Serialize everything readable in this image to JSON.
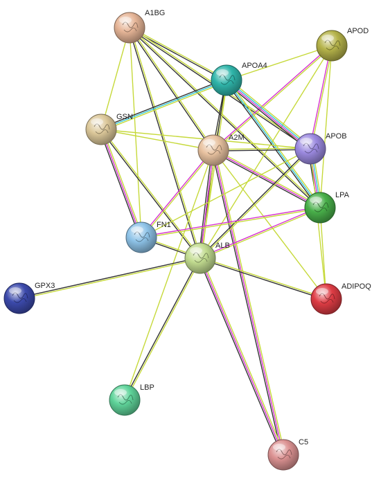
{
  "nodes": [
    {
      "id": "A1BG",
      "label": "A1BG",
      "color": "#e6b597"
    },
    {
      "id": "APOD",
      "label": "APOD",
      "color": "#b5b34a"
    },
    {
      "id": "APOA4",
      "label": "APOA4",
      "color": "#2fb5aa"
    },
    {
      "id": "GSN",
      "label": "GSN",
      "color": "#dcc89a"
    },
    {
      "id": "A2M",
      "label": "A2M",
      "color": "#e8c2a0"
    },
    {
      "id": "APOB",
      "label": "APOB",
      "color": "#9c8ae0"
    },
    {
      "id": "LPA",
      "label": "LPA",
      "color": "#49b04a"
    },
    {
      "id": "FN1",
      "label": "FN1",
      "color": "#8ec3e8"
    },
    {
      "id": "ALB",
      "label": "ALB",
      "color": "#c2dc90"
    },
    {
      "id": "GPX3",
      "label": "GPX3",
      "color": "#3c4aac"
    },
    {
      "id": "ADIPOQ",
      "label": "ADIPOQ",
      "color": "#de3c44"
    },
    {
      "id": "LBP",
      "label": "LBP",
      "color": "#5fd49a"
    },
    {
      "id": "C5",
      "label": "C5",
      "color": "#dc9292"
    }
  ],
  "evidence_colors": {
    "textmining": "#c6d93a",
    "coexpression": "#333333",
    "experiments": "#d633d0",
    "databases": "#33c6d6",
    "neighborhood": "#4a7ad0"
  },
  "edges": [
    {
      "source": "A1BG",
      "target": "APOA4",
      "evidence": [
        "textmining",
        "coexpression"
      ]
    },
    {
      "source": "A1BG",
      "target": "GSN",
      "evidence": [
        "textmining"
      ]
    },
    {
      "source": "A1BG",
      "target": "A2M",
      "evidence": [
        "textmining",
        "coexpression"
      ]
    },
    {
      "source": "A1BG",
      "target": "APOB",
      "evidence": [
        "textmining",
        "coexpression"
      ]
    },
    {
      "source": "A1BG",
      "target": "LPA",
      "evidence": [
        "textmining",
        "coexpression"
      ]
    },
    {
      "source": "A1BG",
      "target": "FN1",
      "evidence": [
        "textmining"
      ]
    },
    {
      "source": "A1BG",
      "target": "ALB",
      "evidence": [
        "textmining",
        "coexpression"
      ]
    },
    {
      "source": "APOD",
      "target": "APOA4",
      "evidence": [
        "textmining"
      ]
    },
    {
      "source": "APOD",
      "target": "A2M",
      "evidence": [
        "textmining",
        "experiments"
      ]
    },
    {
      "source": "APOD",
      "target": "APOB",
      "evidence": [
        "textmining",
        "experiments"
      ]
    },
    {
      "source": "APOD",
      "target": "LPA",
      "evidence": [
        "textmining"
      ]
    },
    {
      "source": "APOD",
      "target": "ALB",
      "evidence": [
        "textmining"
      ]
    },
    {
      "source": "APOA4",
      "target": "GSN",
      "evidence": [
        "textmining",
        "databases",
        "coexpression"
      ]
    },
    {
      "source": "APOA4",
      "target": "A2M",
      "evidence": [
        "textmining",
        "coexpression"
      ]
    },
    {
      "source": "APOA4",
      "target": "APOB",
      "evidence": [
        "textmining",
        "databases",
        "experiments",
        "coexpression"
      ]
    },
    {
      "source": "APOA4",
      "target": "LPA",
      "evidence": [
        "textmining",
        "databases",
        "coexpression"
      ]
    },
    {
      "source": "APOA4",
      "target": "ALB",
      "evidence": [
        "textmining",
        "coexpression"
      ]
    },
    {
      "source": "GSN",
      "target": "A2M",
      "evidence": [
        "textmining"
      ]
    },
    {
      "source": "GSN",
      "target": "APOB",
      "evidence": [
        "textmining"
      ]
    },
    {
      "source": "GSN",
      "target": "FN1",
      "evidence": [
        "textmining",
        "experiments",
        "coexpression"
      ]
    },
    {
      "source": "GSN",
      "target": "ALB",
      "evidence": [
        "textmining",
        "coexpression"
      ]
    },
    {
      "source": "A2M",
      "target": "APOB",
      "evidence": [
        "textmining",
        "coexpression"
      ]
    },
    {
      "source": "A2M",
      "target": "LPA",
      "evidence": [
        "textmining",
        "experiments",
        "coexpression"
      ]
    },
    {
      "source": "A2M",
      "target": "FN1",
      "evidence": [
        "textmining",
        "experiments"
      ]
    },
    {
      "source": "A2M",
      "target": "ALB",
      "evidence": [
        "textmining",
        "experiments",
        "coexpression"
      ]
    },
    {
      "source": "A2M",
      "target": "ADIPOQ",
      "evidence": [
        "textmining"
      ]
    },
    {
      "source": "A2M",
      "target": "LBP",
      "evidence": [
        "textmining"
      ]
    },
    {
      "source": "A2M",
      "target": "C5",
      "evidence": [
        "textmining",
        "experiments",
        "coexpression"
      ]
    },
    {
      "source": "APOB",
      "target": "LPA",
      "evidence": [
        "textmining",
        "databases",
        "experiments",
        "coexpression"
      ]
    },
    {
      "source": "APOB",
      "target": "FN1",
      "evidence": [
        "textmining"
      ]
    },
    {
      "source": "APOB",
      "target": "ALB",
      "evidence": [
        "textmining",
        "coexpression"
      ]
    },
    {
      "source": "APOB",
      "target": "ADIPOQ",
      "evidence": [
        "textmining"
      ]
    },
    {
      "source": "LPA",
      "target": "FN1",
      "evidence": [
        "textmining",
        "experiments"
      ]
    },
    {
      "source": "LPA",
      "target": "ALB",
      "evidence": [
        "textmining",
        "experiments"
      ]
    },
    {
      "source": "LPA",
      "target": "ADIPOQ",
      "evidence": [
        "textmining"
      ]
    },
    {
      "source": "FN1",
      "target": "ALB",
      "evidence": [
        "textmining",
        "coexpression"
      ]
    },
    {
      "source": "ALB",
      "target": "GPX3",
      "evidence": [
        "textmining",
        "coexpression"
      ]
    },
    {
      "source": "ALB",
      "target": "ADIPOQ",
      "evidence": [
        "textmining",
        "coexpression"
      ]
    },
    {
      "source": "ALB",
      "target": "LBP",
      "evidence": [
        "textmining",
        "coexpression"
      ]
    },
    {
      "source": "ALB",
      "target": "C5",
      "evidence": [
        "textmining",
        "experiments",
        "coexpression"
      ]
    }
  ]
}
